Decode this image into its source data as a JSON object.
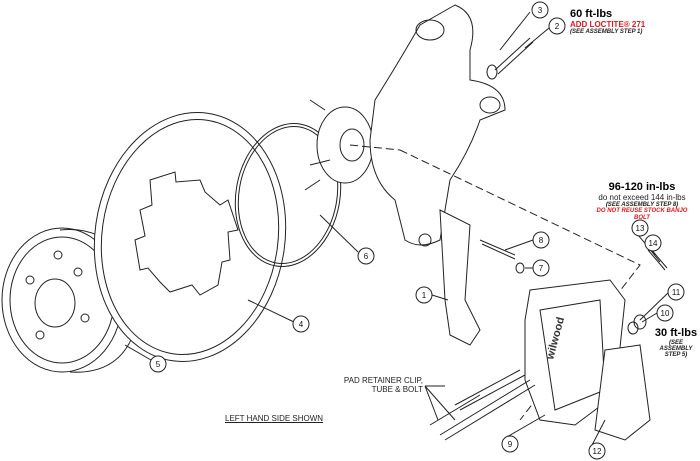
{
  "notes": {
    "bolt_torque": {
      "torque": "60 ft-lbs",
      "warning": "ADD LOCTITE® 271",
      "reference": "(SEE ASSEMBLY STEP 1)"
    },
    "banjo_torque": {
      "torque": "96-120 in-lbs",
      "limit": "do not exceed 144 in-lbs",
      "reference": "(SEE ASSEMBLY STEP 8)",
      "warning": "DO NOT REUSE STOCK BANJO BOLT"
    },
    "fitting_torque": {
      "torque": "30 ft-lbs",
      "reference": "(SEE ASSEMBLY STEP 5)"
    },
    "pad_retainer": [
      "PAD RETAINER CLIP,",
      "TUBE & BOLT"
    ],
    "side_shown": "LEFT HAND SIDE SHOWN"
  },
  "callouts": [
    "1",
    "2",
    "3",
    "4",
    "5",
    "6",
    "7",
    "8",
    "9",
    "10",
    "11",
    "12",
    "13",
    "14"
  ],
  "caliper_logo": "wilwood",
  "colors": {
    "warning": "#e8141c",
    "line": "#222222"
  }
}
